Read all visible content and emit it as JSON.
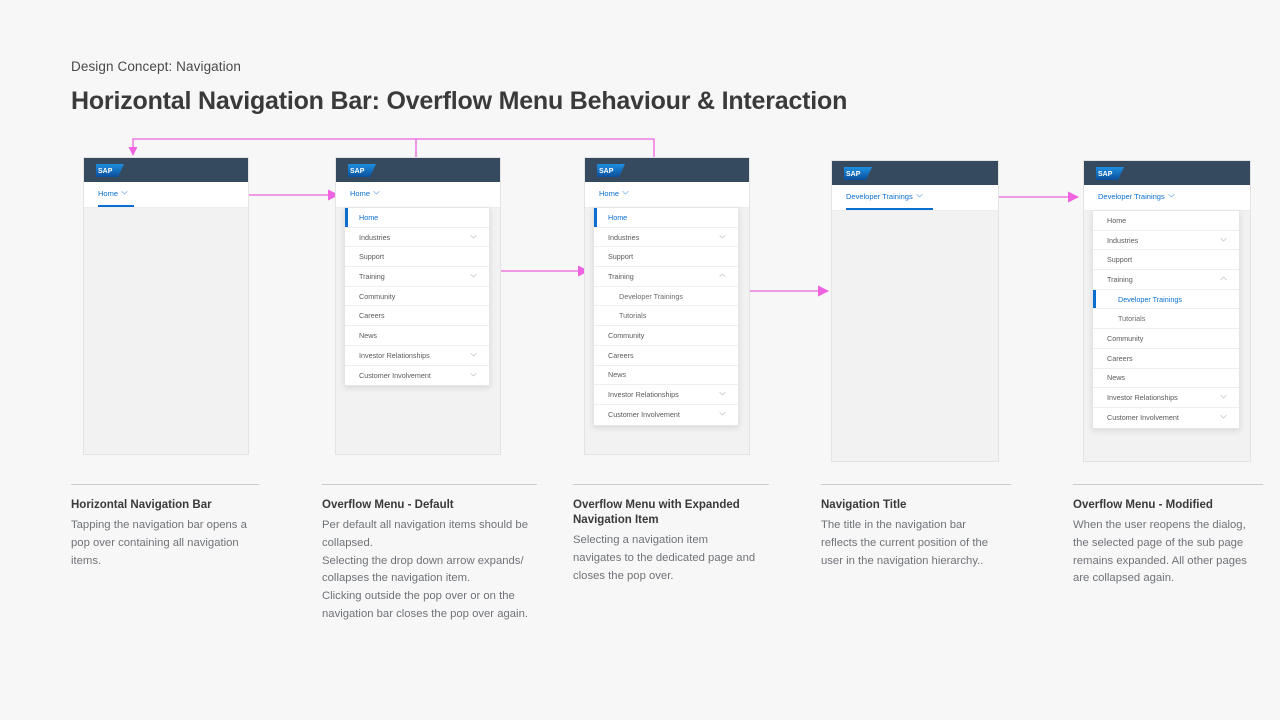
{
  "header": {
    "eyebrow": "Design Concept: Navigation",
    "title": "Horizontal Navigation Bar: Overflow Menu Behaviour & Interaction"
  },
  "theme": {
    "page_bg": "#f7f7f7",
    "topbar_bg": "#354a5f",
    "accent_blue": "#0a6ed1",
    "flow_pink": "#ee3dd0",
    "flow_line": "#f07ae0",
    "stage_bg": "#f2f2f2",
    "logo_text": "SAP"
  },
  "icons": {
    "chevron_down": "chevron-down-icon",
    "chevron_up": "chevron-up-icon",
    "sap_logo": "sap-logo-icon",
    "flow_dot": "flow-dot-icon",
    "flow_arrow": "flow-arrow-icon"
  },
  "panels": [
    {
      "id": "panel-1",
      "name": "horizontal-navigation-bar",
      "nav_title": "Home",
      "nav_underline": true,
      "popover": null
    },
    {
      "id": "panel-2",
      "name": "overflow-menu-default",
      "nav_title": "Home",
      "nav_underline": false,
      "popover": {
        "items": [
          {
            "label": "Home",
            "chevron": "none",
            "selected": true,
            "sub": false
          },
          {
            "label": "Industries",
            "chevron": "down",
            "selected": false,
            "sub": false
          },
          {
            "label": "Support",
            "chevron": "none",
            "selected": false,
            "sub": false
          },
          {
            "label": "Training",
            "chevron": "down",
            "selected": false,
            "sub": false
          },
          {
            "label": "Community",
            "chevron": "none",
            "selected": false,
            "sub": false
          },
          {
            "label": "Careers",
            "chevron": "none",
            "selected": false,
            "sub": false
          },
          {
            "label": "News",
            "chevron": "none",
            "selected": false,
            "sub": false
          },
          {
            "label": "Investor Relationships",
            "chevron": "down",
            "selected": false,
            "sub": false
          },
          {
            "label": "Customer Involvement",
            "chevron": "down",
            "selected": false,
            "sub": false
          }
        ]
      }
    },
    {
      "id": "panel-3",
      "name": "overflow-menu-expanded-item",
      "nav_title": "Home",
      "nav_underline": false,
      "popover": {
        "items": [
          {
            "label": "Home",
            "chevron": "none",
            "selected": true,
            "sub": false
          },
          {
            "label": "Industries",
            "chevron": "down",
            "selected": false,
            "sub": false
          },
          {
            "label": "Support",
            "chevron": "none",
            "selected": false,
            "sub": false
          },
          {
            "label": "Training",
            "chevron": "up",
            "selected": false,
            "sub": false
          },
          {
            "label": "Developer Trainings",
            "chevron": "none",
            "selected": false,
            "sub": true
          },
          {
            "label": "Tutorials",
            "chevron": "none",
            "selected": false,
            "sub": true
          },
          {
            "label": "Community",
            "chevron": "none",
            "selected": false,
            "sub": false
          },
          {
            "label": "Careers",
            "chevron": "none",
            "selected": false,
            "sub": false
          },
          {
            "label": "News",
            "chevron": "none",
            "selected": false,
            "sub": false
          },
          {
            "label": "Investor Relationships",
            "chevron": "down",
            "selected": false,
            "sub": false
          },
          {
            "label": "Customer Involvement",
            "chevron": "down",
            "selected": false,
            "sub": false
          }
        ]
      }
    },
    {
      "id": "panel-4",
      "name": "navigation-title",
      "nav_title": "Developer Trainings",
      "nav_underline": true,
      "popover": null
    },
    {
      "id": "panel-5",
      "name": "overflow-menu-modified",
      "nav_title": "Developer Trainings",
      "nav_underline": false,
      "popover": {
        "items": [
          {
            "label": "Home",
            "chevron": "none",
            "selected": false,
            "sub": false
          },
          {
            "label": "Industries",
            "chevron": "down",
            "selected": false,
            "sub": false
          },
          {
            "label": "Support",
            "chevron": "none",
            "selected": false,
            "sub": false
          },
          {
            "label": "Training",
            "chevron": "up",
            "selected": false,
            "sub": false
          },
          {
            "label": "Developer Trainings",
            "chevron": "none",
            "selected": true,
            "sub": true
          },
          {
            "label": "Tutorials",
            "chevron": "none",
            "selected": false,
            "sub": true
          },
          {
            "label": "Community",
            "chevron": "none",
            "selected": false,
            "sub": false
          },
          {
            "label": "Careers",
            "chevron": "none",
            "selected": false,
            "sub": false
          },
          {
            "label": "News",
            "chevron": "none",
            "selected": false,
            "sub": false
          },
          {
            "label": "Investor Relationships",
            "chevron": "down",
            "selected": false,
            "sub": false
          },
          {
            "label": "Customer Involvement",
            "chevron": "down",
            "selected": false,
            "sub": false
          }
        ]
      }
    }
  ],
  "captions": [
    {
      "title": "Horizontal Navigation Bar",
      "lines": [
        "Tapping the navigation bar opens a",
        "pop over containing all navigation",
        "items."
      ]
    },
    {
      "title": "Overflow Menu - Default",
      "lines": [
        "Per default all navigation items should be",
        "collapsed.",
        "Selecting the drop down arrow expands/",
        "collapses the navigation item.",
        "Clicking outside the pop over or on the",
        "navigation bar closes the pop over again."
      ]
    },
    {
      "title": "Overflow Menu with Expanded Navigation Item",
      "lines": [
        "Selecting a navigation item",
        "navigates to the dedicated page and",
        "closes the pop over."
      ]
    },
    {
      "title": "Navigation Title",
      "lines": [
        "The title in the navigation bar",
        "reflects the current position of the",
        "user in the navigation hierarchy.."
      ]
    },
    {
      "title": "Overflow Menu - Modified",
      "lines": [
        "When the user reopens the dialog,",
        "the selected page of the sub page",
        "remains expanded. All other pages",
        "are collapsed again."
      ]
    }
  ]
}
